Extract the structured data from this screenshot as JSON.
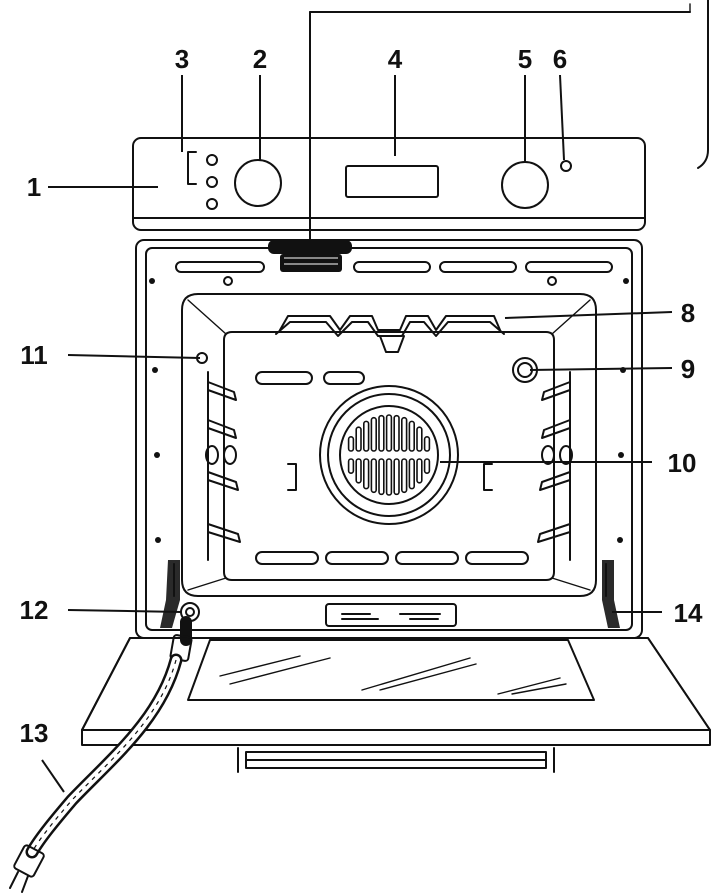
{
  "diagram": {
    "colors": {
      "ink": "#111111",
      "paper": "#ffffff",
      "hinge": "#2a2a2a"
    },
    "callouts": [
      {
        "id": "1",
        "label": "1"
      },
      {
        "id": "2",
        "label": "2"
      },
      {
        "id": "3",
        "label": "3"
      },
      {
        "id": "4",
        "label": "4"
      },
      {
        "id": "5",
        "label": "5"
      },
      {
        "id": "6",
        "label": "6"
      },
      {
        "id": "8",
        "label": "8"
      },
      {
        "id": "9",
        "label": "9"
      },
      {
        "id": "10",
        "label": "10"
      },
      {
        "id": "11",
        "label": "11"
      },
      {
        "id": "12",
        "label": "12"
      },
      {
        "id": "13",
        "label": "13"
      },
      {
        "id": "14",
        "label": "14"
      }
    ]
  }
}
